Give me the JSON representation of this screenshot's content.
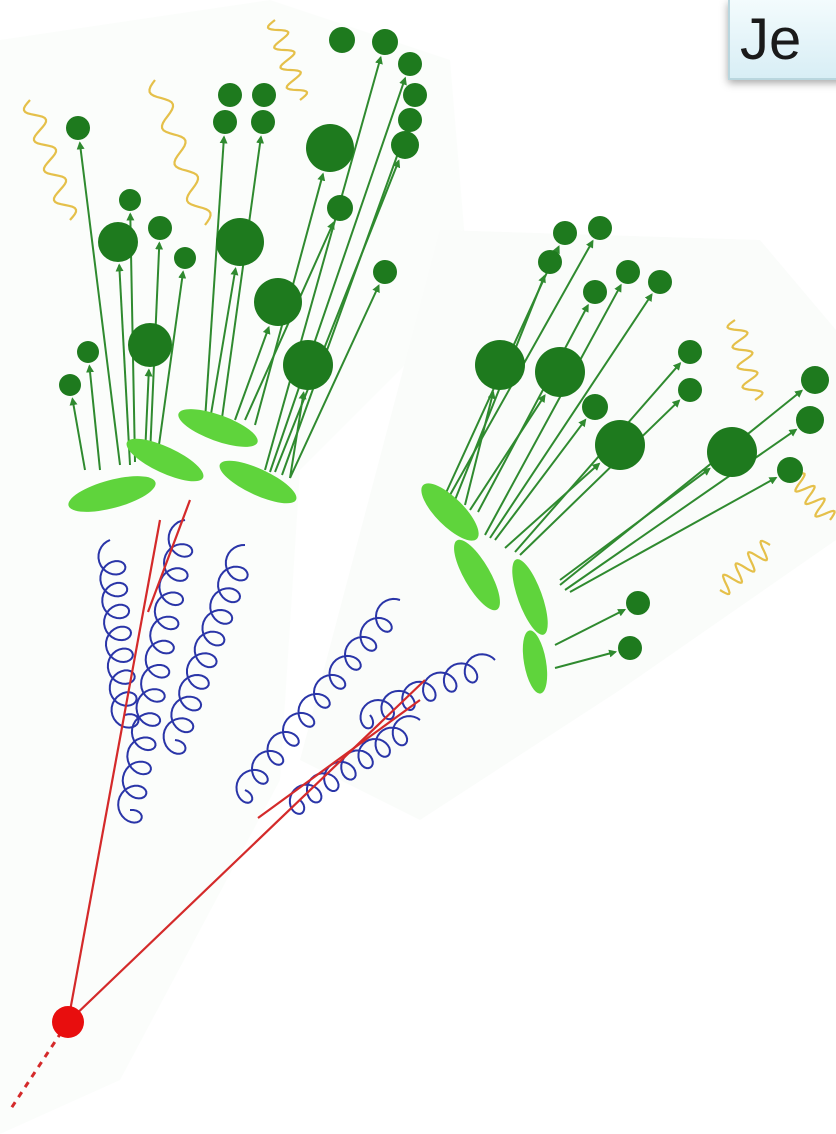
{
  "title": {
    "text": "Je"
  },
  "colors": {
    "background": "#ffffff",
    "hadron": "#1e7a1e",
    "cluster": "#5fd43c",
    "gluon": "#2a35a8",
    "quark": "#d42a2a",
    "photon": "#e5c04a",
    "vertex": "#e80e0e"
  },
  "icons": [
    "hadron-dot",
    "hadron-cluster",
    "gluon-spiral",
    "quark-line",
    "photon-wavy",
    "primary-vertex"
  ]
}
